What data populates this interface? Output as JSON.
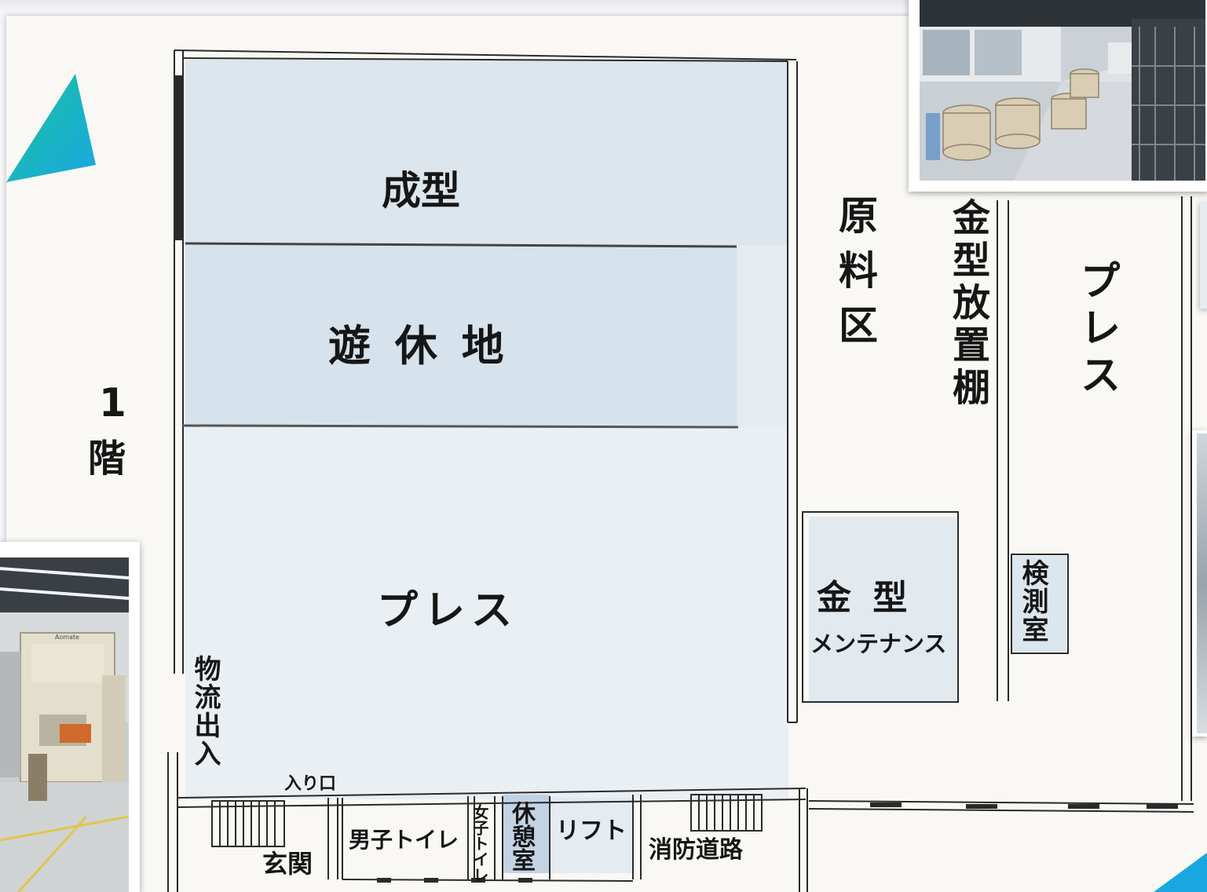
{
  "floor": {
    "level_digit": "1",
    "level_char": "階"
  },
  "areas": {
    "molding": "成型",
    "idle_land": "遊 休 地",
    "press_main": "プレス",
    "raw_material": "原料区",
    "die_storage_shelf": "金型放置棚",
    "press_right": "プレス",
    "die_maintenance_line1": "金 型",
    "die_maintenance_line2": "メンテナンス",
    "inspection_room": "検測室",
    "logistics_gate": "物流出入",
    "entrance_small": "入り口",
    "main_entrance": "玄関",
    "mens_toilet": "男子トイレ",
    "womens_toilet": "女子トイレ",
    "break_room": "休憩室",
    "lift": "リフト",
    "fire_road": "消防道路"
  },
  "photos": {
    "top_right": "warehouse-coil-storage-photo",
    "bottom_left": "press-machine-photo"
  },
  "press_machine_brand": "Aomate",
  "colors": {
    "paper": "#f9f8f4",
    "shading": "#d3e1ec",
    "ink": "#161616",
    "accent_teal": "#19c3a0",
    "accent_blue": "#1aa7e0"
  }
}
